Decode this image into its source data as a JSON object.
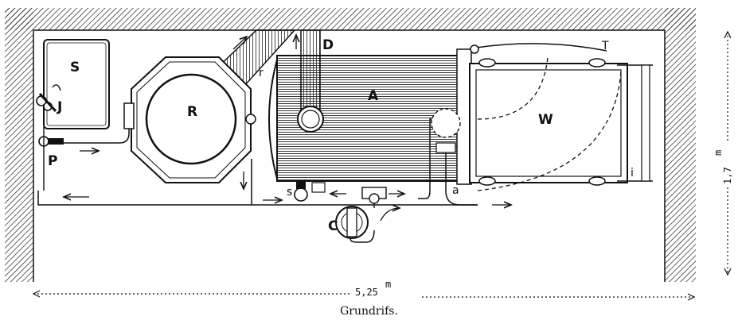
{
  "labels": {
    "S": "S",
    "J": "J",
    "P": "P",
    "R": "R",
    "r": "r",
    "D": "D",
    "A": "A",
    "W": "W",
    "T": "T",
    "i": "i",
    "a": "a",
    "s": "s",
    "C": "C"
  },
  "dimensions": {
    "width": "5,25",
    "width_unit": "m",
    "height": "1,7",
    "height_unit": "m"
  },
  "caption": "Grundrifs."
}
